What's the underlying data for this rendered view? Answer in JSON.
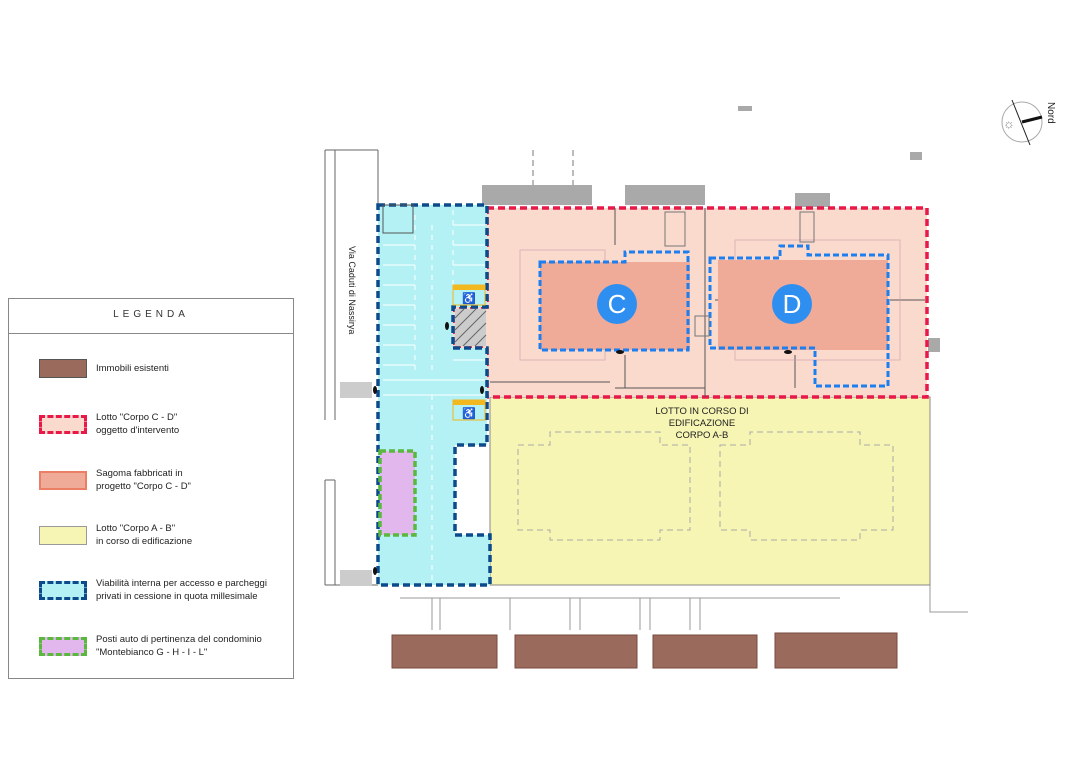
{
  "legend": {
    "title": "LEGENDA",
    "items": [
      {
        "label": "Immobili esistenti",
        "color": "#9a6a5c"
      },
      {
        "label": "Lotto \"Corpo C - D\"\noggetto d'intervento",
        "color": "#fadacd"
      },
      {
        "label": "Sagoma fabbricati in\nprogetto \"Corpo C - D\"",
        "color": "#efab98"
      },
      {
        "label": "Lotto \"Corpo A - B\"\nin corso di edificazione",
        "color": "#f7f5b4"
      },
      {
        "label": "Viabilità interna per accesso e parcheggi\nprivati in cessione in quota millesimale",
        "color": "#b3f1f4"
      },
      {
        "label": "Posti auto di pertinenza del condominio\n\"Montebianco G - H - I - L\"",
        "color": "#e2b7ee"
      }
    ]
  },
  "plan": {
    "street_name": "Via Caduti di Nassirya",
    "building_c_label": "C",
    "building_d_label": "D",
    "lot_ab_label": "LOTTO IN CORSO DI\nEDIFICAZIONE\nCORPO A-B",
    "north_label": "Nord",
    "colors": {
      "lot_border": "#e8194a",
      "road_border": "#0c4a8c",
      "building_border": "#1d7ef0",
      "circle": "#2f8ff0",
      "parking_border": "#5ab83c"
    }
  }
}
